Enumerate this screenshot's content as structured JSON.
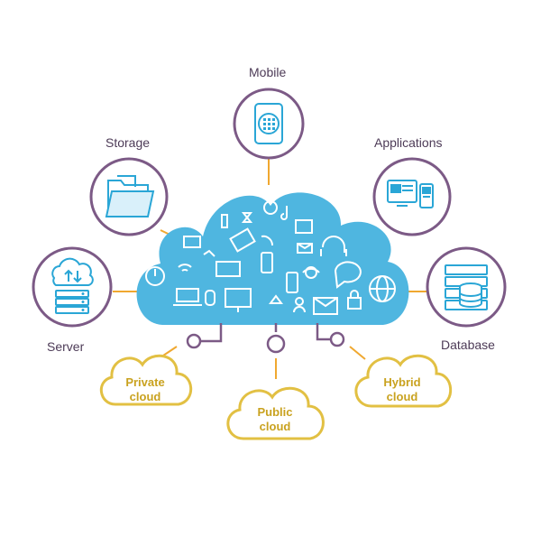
{
  "nodes": {
    "mobile": {
      "label": "Mobile"
    },
    "storage": {
      "label": "Storage"
    },
    "applications": {
      "label": "Applications"
    },
    "server": {
      "label": "Server"
    },
    "database": {
      "label": "Database"
    }
  },
  "clouds": {
    "private": {
      "line1": "Private",
      "line2": "cloud"
    },
    "public": {
      "line1": "Public",
      "line2": "cloud"
    },
    "hybrid": {
      "line1": "Hybrid",
      "line2": "cloud"
    }
  },
  "colors": {
    "central_cloud": "#4fb6e0",
    "node_ring": "#7c5a86",
    "connector": "#f0a830",
    "icon_blue": "#2aa6d6",
    "cloud_outline": "#e2c043",
    "cloud_text": "#c9a21f",
    "label": "#4d3b57"
  }
}
